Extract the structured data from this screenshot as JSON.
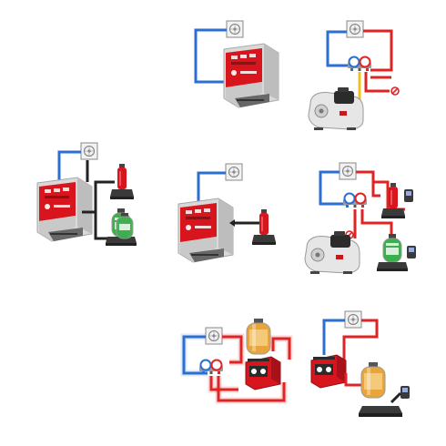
{
  "colors": {
    "refrigerant_red": "#e02424",
    "suction_blue": "#2a6fd1",
    "pump_yellow": "#f0c020",
    "unit_red": "#d8151c",
    "unit_grey": "#cfcfcf"
  },
  "panels": [
    {
      "id": "tl-ac-to-device",
      "icons": [
        "outdoor-unit-icon",
        "service-unit-icon"
      ]
    },
    {
      "id": "tr-vacuum",
      "icons": [
        "outdoor-unit-icon",
        "manifold-gauge-icon",
        "vacuum-pump-icon",
        "no-entry-icon"
      ]
    },
    {
      "id": "ml-device-to-two-bottles",
      "icons": [
        "outdoor-unit-icon",
        "service-unit-icon",
        "refrigerant-bottle-icon",
        "nitrogen-bottle-icon"
      ]
    },
    {
      "id": "mc-device-bottle",
      "icons": [
        "outdoor-unit-icon",
        "service-unit-icon",
        "refrigerant-bottle-icon"
      ]
    },
    {
      "id": "mr-vacuum-and-charge",
      "icons": [
        "outdoor-unit-icon",
        "manifold-gauge-icon",
        "vacuum-pump-icon",
        "scale-bottle-icon"
      ]
    },
    {
      "id": "bl-recovery",
      "icons": [
        "outdoor-unit-icon",
        "manifold-gauge-icon",
        "recovery-unit-icon",
        "recovery-tank-icon"
      ]
    },
    {
      "id": "br-recovery-scale",
      "icons": [
        "outdoor-unit-icon",
        "recovery-unit-icon",
        "recovery-tank-icon",
        "scale-icon"
      ]
    }
  ]
}
